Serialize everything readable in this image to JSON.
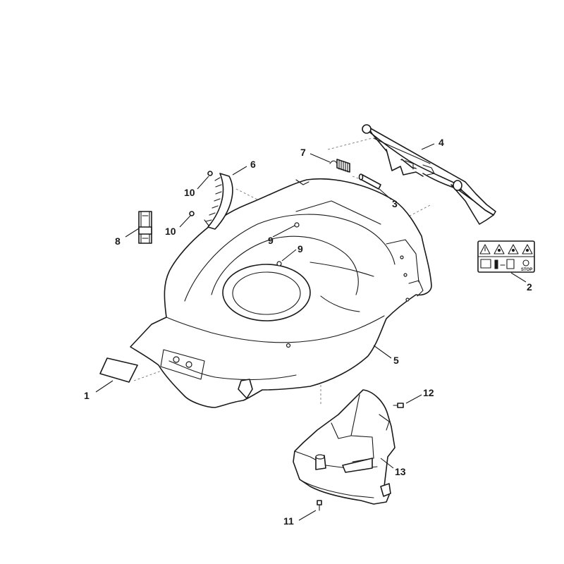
{
  "labels": {
    "p1": "1",
    "p2": "2",
    "p3": "3",
    "p4": "4",
    "p5": "5",
    "p6": "6",
    "p7": "7",
    "p8": "8",
    "p9a": "9",
    "p9b": "9",
    "p10a": "10",
    "p10b": "10",
    "p11": "11",
    "p12": "12",
    "p13": "13"
  },
  "decal": {
    "stop_text": "STOP"
  }
}
